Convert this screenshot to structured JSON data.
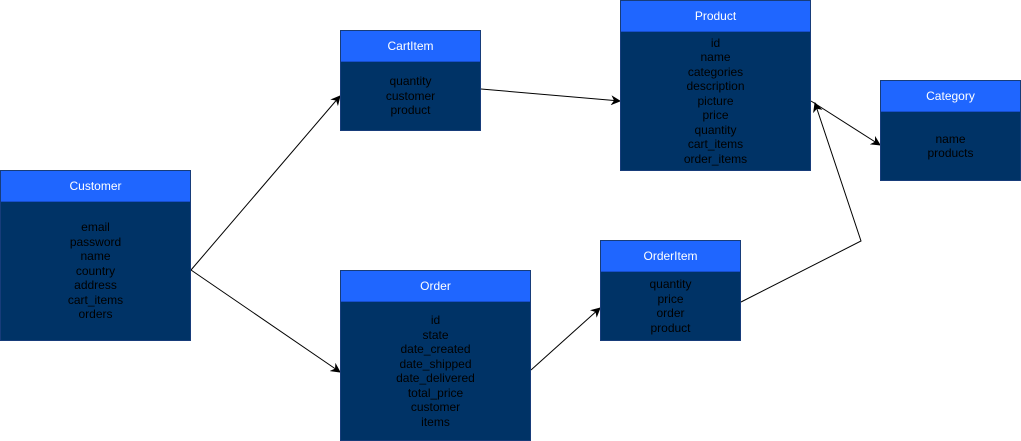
{
  "diagram": {
    "entities": {
      "customer": {
        "title": "Customer",
        "fields": [
          "email",
          "password",
          "name",
          "country",
          "address",
          "cart_items",
          "orders"
        ]
      },
      "cartitem": {
        "title": "CartItem",
        "fields": [
          "quantity",
          "customer",
          "product"
        ]
      },
      "product": {
        "title": "Product",
        "fields": [
          "id",
          "name",
          "categories",
          "description",
          "picture",
          "price",
          "quantity",
          "cart_items",
          "order_items"
        ]
      },
      "category": {
        "title": "Category",
        "fields": [
          "name",
          "products"
        ]
      },
      "orderitem": {
        "title": "OrderItem",
        "fields": [
          "quantity",
          "price",
          "order",
          "product"
        ]
      },
      "order": {
        "title": "Order",
        "fields": [
          "id",
          "state",
          "date_created",
          "date_shipped",
          "date_delivered",
          "total_price",
          "customer",
          "items"
        ]
      }
    }
  },
  "colors": {
    "header": "#1f66ff",
    "body": "#003366",
    "field_text": "#000000",
    "header_text": "#ffffff",
    "connector": "#000000"
  }
}
